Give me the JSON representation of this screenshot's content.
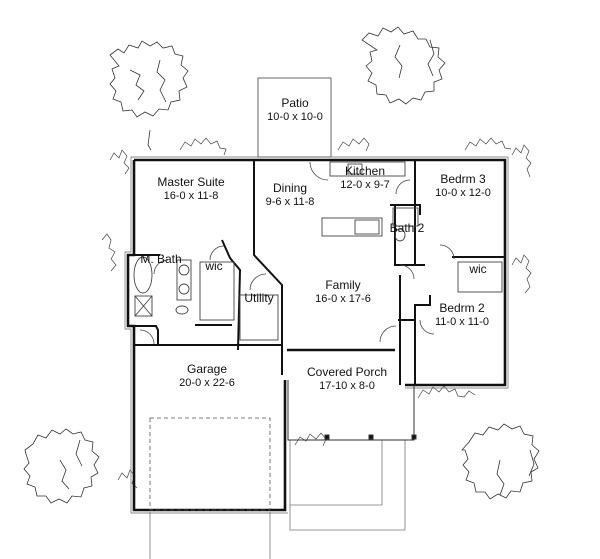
{
  "plan": {
    "rooms": [
      {
        "id": "patio",
        "name": "Patio",
        "dims": "10-0 x 10-0"
      },
      {
        "id": "master",
        "name": "Master Suite",
        "dims": "16-0 x 11-8"
      },
      {
        "id": "dining",
        "name": "Dining",
        "dims": "9-6 x 11-8"
      },
      {
        "id": "kitchen",
        "name": "Kitchen",
        "dims": "12-0 x 9-7"
      },
      {
        "id": "bedrm3",
        "name": "Bedrm 3",
        "dims": "10-0 x 12-0"
      },
      {
        "id": "bath2",
        "name": "Bath 2",
        "dims": ""
      },
      {
        "id": "wic3",
        "name": "wic",
        "dims": ""
      },
      {
        "id": "mbath",
        "name": "M. Bath",
        "dims": ""
      },
      {
        "id": "wicm",
        "name": "wic",
        "dims": ""
      },
      {
        "id": "utility",
        "name": "Utility",
        "dims": ""
      },
      {
        "id": "family",
        "name": "Family",
        "dims": "16-0 x 17-6"
      },
      {
        "id": "bedrm2",
        "name": "Bedrm 2",
        "dims": "11-0 x 11-0"
      },
      {
        "id": "garage",
        "name": "Garage",
        "dims": "20-0 x 22-6"
      },
      {
        "id": "porch",
        "name": "Covered Porch",
        "dims": "17-10 x 8-0"
      }
    ],
    "colors": {
      "wall": "#111111",
      "thin": "#555555",
      "tree": "#333333",
      "background": "#ffffff"
    }
  }
}
